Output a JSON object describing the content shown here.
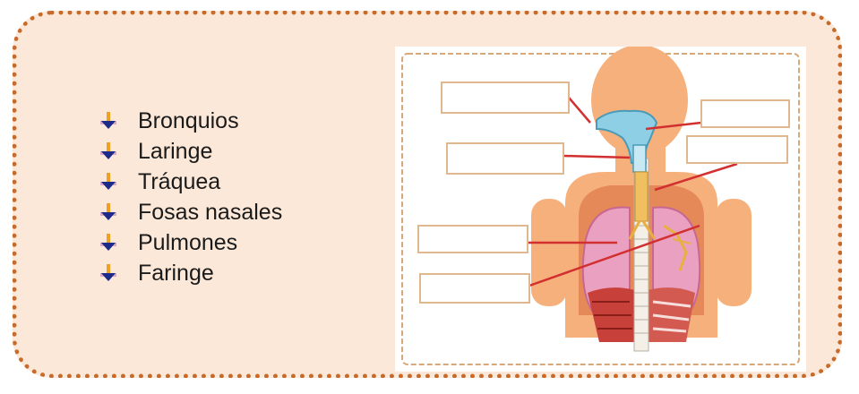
{
  "word_bank": {
    "items": [
      {
        "label": "Bronquios"
      },
      {
        "label": "Laringe"
      },
      {
        "label": "Tráquea"
      },
      {
        "label": "Fosas nasales"
      },
      {
        "label": "Pulmones"
      },
      {
        "label": "Faringe"
      }
    ]
  },
  "diagram": {
    "label_boxes": [
      {
        "value": ""
      },
      {
        "value": ""
      },
      {
        "value": ""
      },
      {
        "value": ""
      },
      {
        "value": ""
      },
      {
        "value": ""
      }
    ]
  },
  "colors": {
    "card_background": "#fce8d8",
    "card_border": "#c76a2a",
    "skin": "#f6b07c",
    "airway": "#8ecfe6",
    "lungs": "#eaa0c0",
    "muscle": "#c7403a",
    "pointer_line": "#d23030",
    "bullet_arrow": "#1e2a8a"
  }
}
